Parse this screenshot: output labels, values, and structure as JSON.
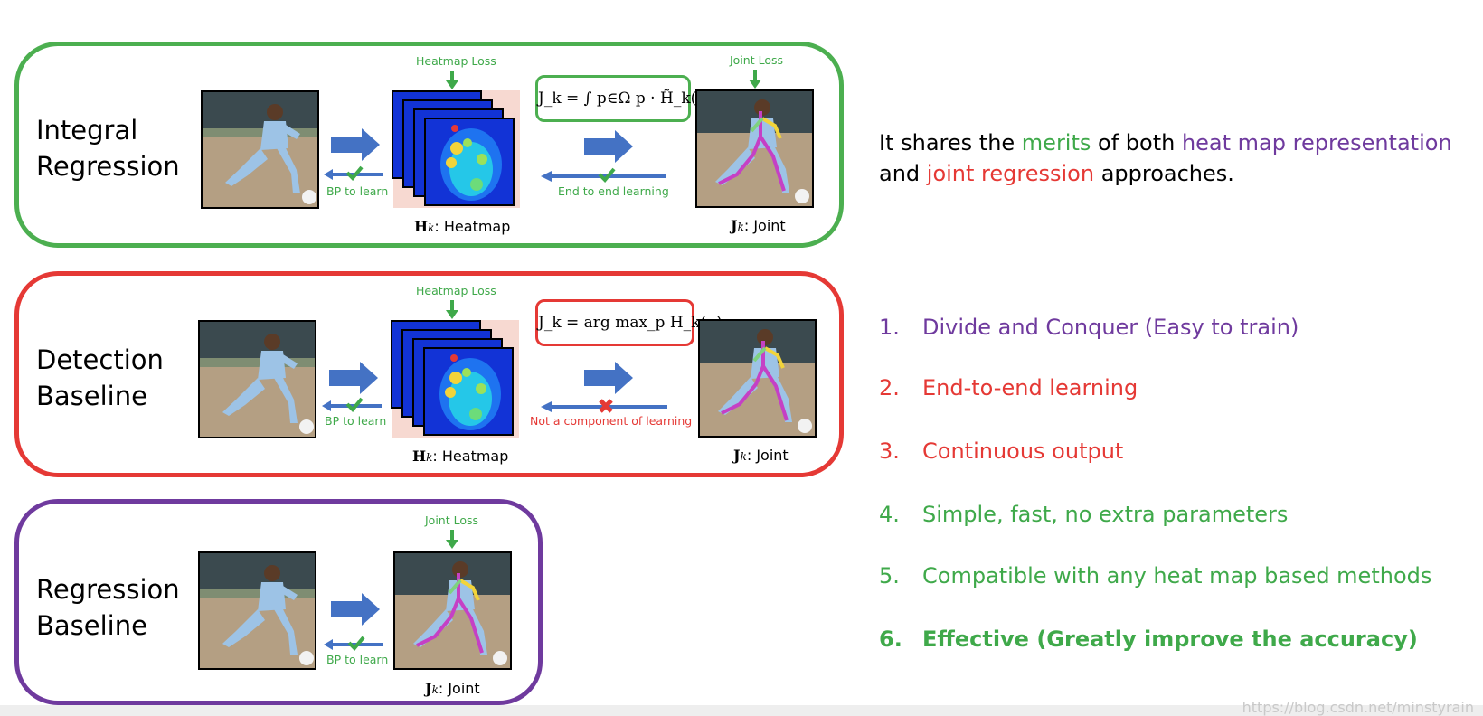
{
  "panels": {
    "integral": {
      "title_line1": "Integral",
      "title_line2": "Regression",
      "heatmap_loss": "Heatmap Loss",
      "joint_loss": "Joint Loss",
      "bp_label": "BP to learn",
      "mid_label": "End to end learning",
      "formula": "J_k = ∫ p∈Ω p · H̃_k(p)",
      "heatmap_caption_sym": "H",
      "heatmap_caption_sub": "k",
      "heatmap_caption_text": ": Heatmap",
      "joint_caption_sym": "J",
      "joint_caption_sub": "k",
      "joint_caption_text": ": Joint"
    },
    "detection": {
      "title_line1": "Detection",
      "title_line2": "Baseline",
      "heatmap_loss": "Heatmap Loss",
      "bp_label": "BP to learn",
      "mid_label": "Not a component of learning",
      "formula": "J_k = arg max_p H_k(p)",
      "heatmap_caption_sym": "H",
      "heatmap_caption_sub": "k",
      "heatmap_caption_text": ": Heatmap",
      "joint_caption_sym": "J",
      "joint_caption_sub": "k",
      "joint_caption_text": ": Joint"
    },
    "regression": {
      "title_line1": "Regression",
      "title_line2": "Baseline",
      "joint_loss": "Joint Loss",
      "bp_label": "BP to learn",
      "joint_caption_sym": "J",
      "joint_caption_sub": "k",
      "joint_caption_text": ": Joint"
    }
  },
  "intro": {
    "part1": "It shares the ",
    "merits": "merits",
    "part2": " of both ",
    "heatmap": "heat map representation",
    "part3": " and ",
    "joint": "joint regression",
    "part4": " approaches."
  },
  "merits": [
    {
      "num": "1.",
      "text": "Divide and Conquer (Easy to train)"
    },
    {
      "num": "2.",
      "text": "End-to-end learning"
    },
    {
      "num": "3.",
      "text": "Continuous output"
    },
    {
      "num": "4.",
      "text": "Simple, fast, no extra parameters"
    },
    {
      "num": "5.",
      "text": "Compatible with any heat map based methods"
    },
    {
      "num": "6.",
      "text": "Effective (Greatly improve the accuracy)"
    }
  ],
  "colors": {
    "green": "#4caf50",
    "red": "#e53935",
    "purple": "#6f3a9e",
    "arrow_blue": "#4472c4"
  },
  "watermark": "https://blog.csdn.net/minstyrain"
}
